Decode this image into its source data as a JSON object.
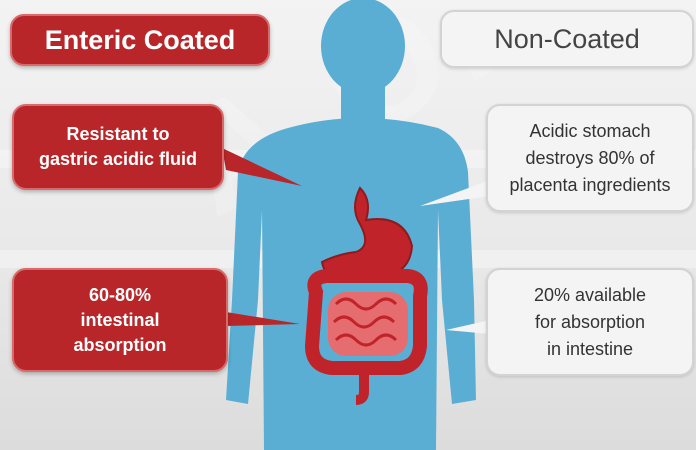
{
  "left_heading": "Enteric Coated",
  "right_heading": "Non-Coated",
  "left_top": "Resistant to\ngastric acidic fluid",
  "left_bottom": "60-80%\nintestinal\nabsorption",
  "right_top": "Acidic stomach\ndestroys 80% of\nplacenta ingredients",
  "right_bottom": "20% available\nfor absorption\nin intestine",
  "colors": {
    "accent_red": "#b8262a",
    "body_blue": "#5aaed3",
    "organ_red": "#c0242a"
  }
}
